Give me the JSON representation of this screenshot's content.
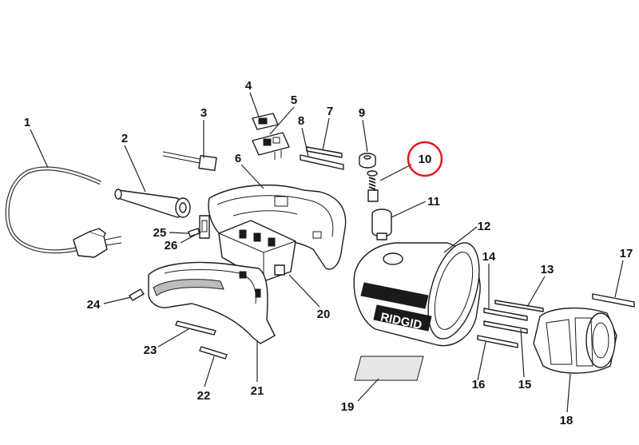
{
  "diagram": {
    "brand_label": "RIDGID",
    "highlighted_callout": "10",
    "highlight_color": "#e21b1b",
    "callouts": [
      "1",
      "2",
      "3",
      "4",
      "5",
      "6",
      "7",
      "8",
      "9",
      "10",
      "11",
      "12",
      "13",
      "14",
      "15",
      "16",
      "17",
      "18",
      "19",
      "20",
      "21",
      "22",
      "23",
      "24",
      "25",
      "26"
    ]
  }
}
